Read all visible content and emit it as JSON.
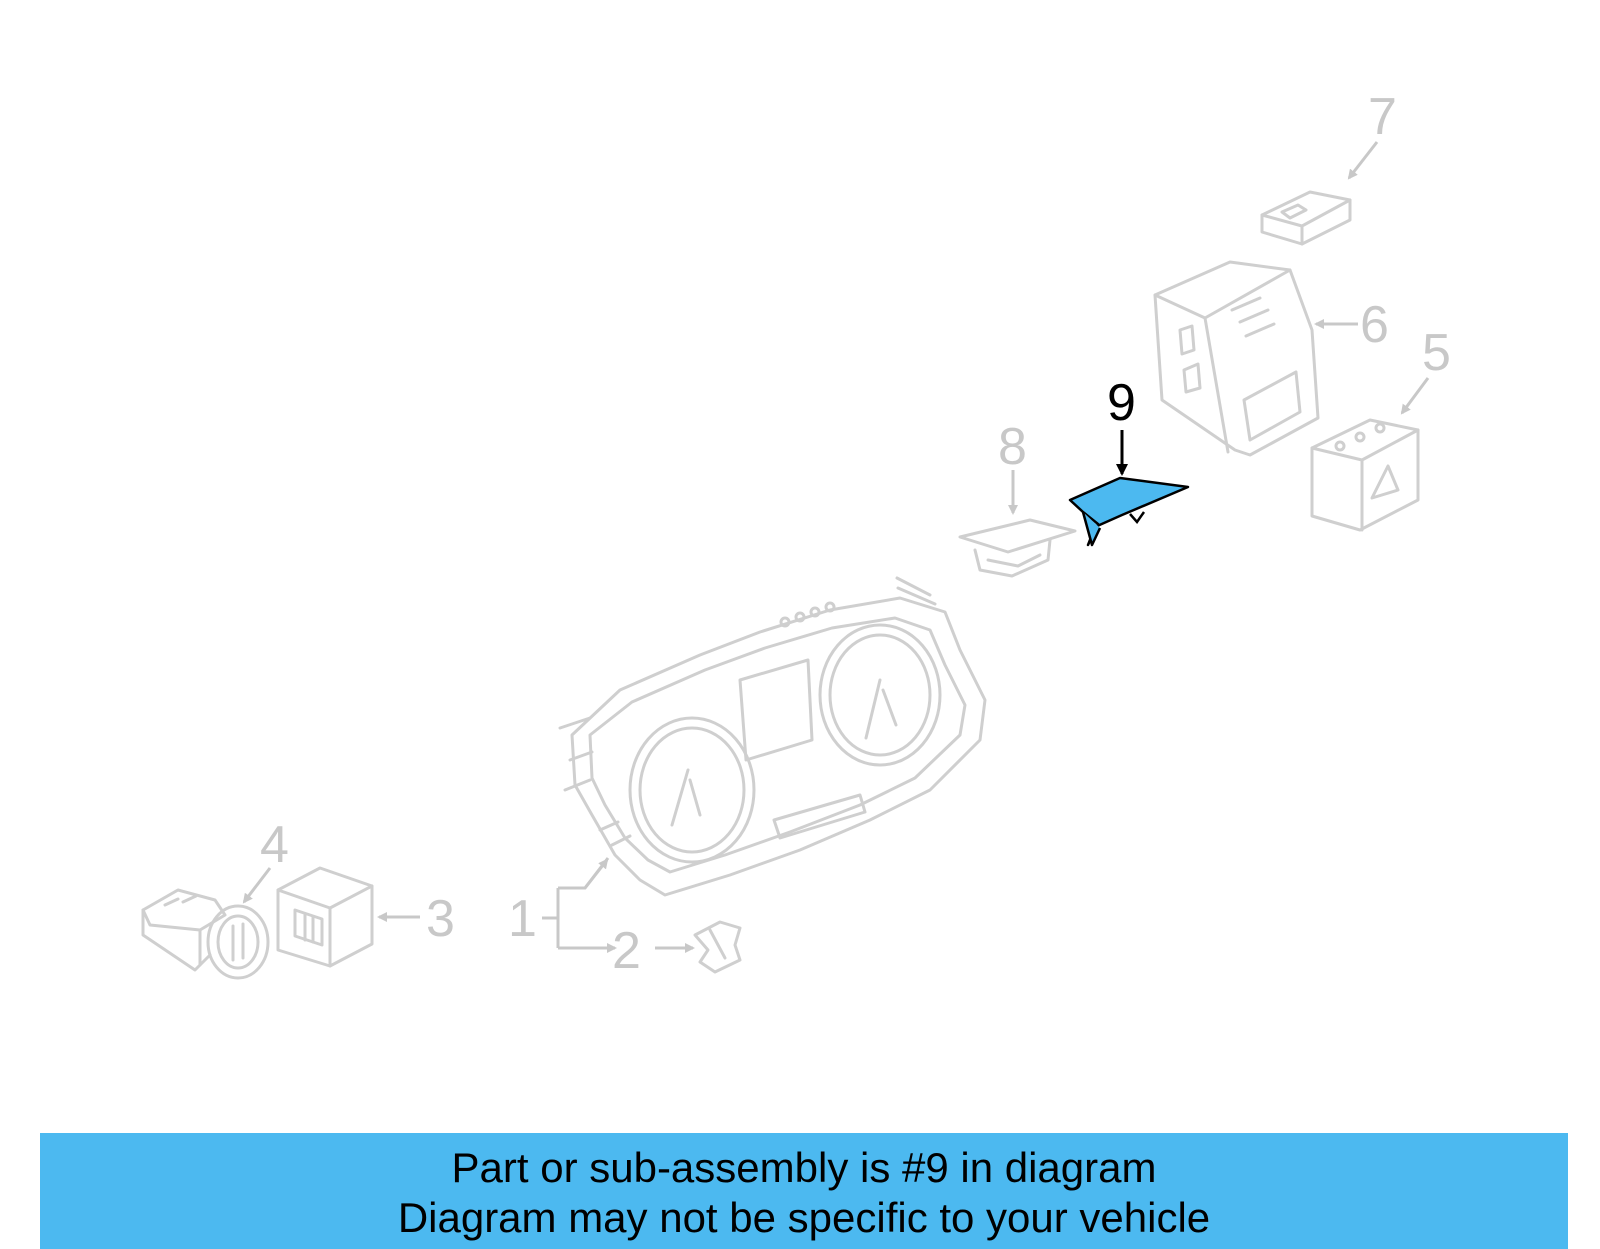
{
  "callouts": {
    "c1": "1",
    "c2": "2",
    "c3": "3",
    "c4": "4",
    "c5": "5",
    "c6": "6",
    "c7": "7",
    "c8": "8",
    "c9": "9"
  },
  "highlight_color": "#4cb9f0",
  "banner": {
    "line1": "Part or sub-assembly is #9 in diagram",
    "line2": "Diagram may not be specific to your vehicle"
  }
}
